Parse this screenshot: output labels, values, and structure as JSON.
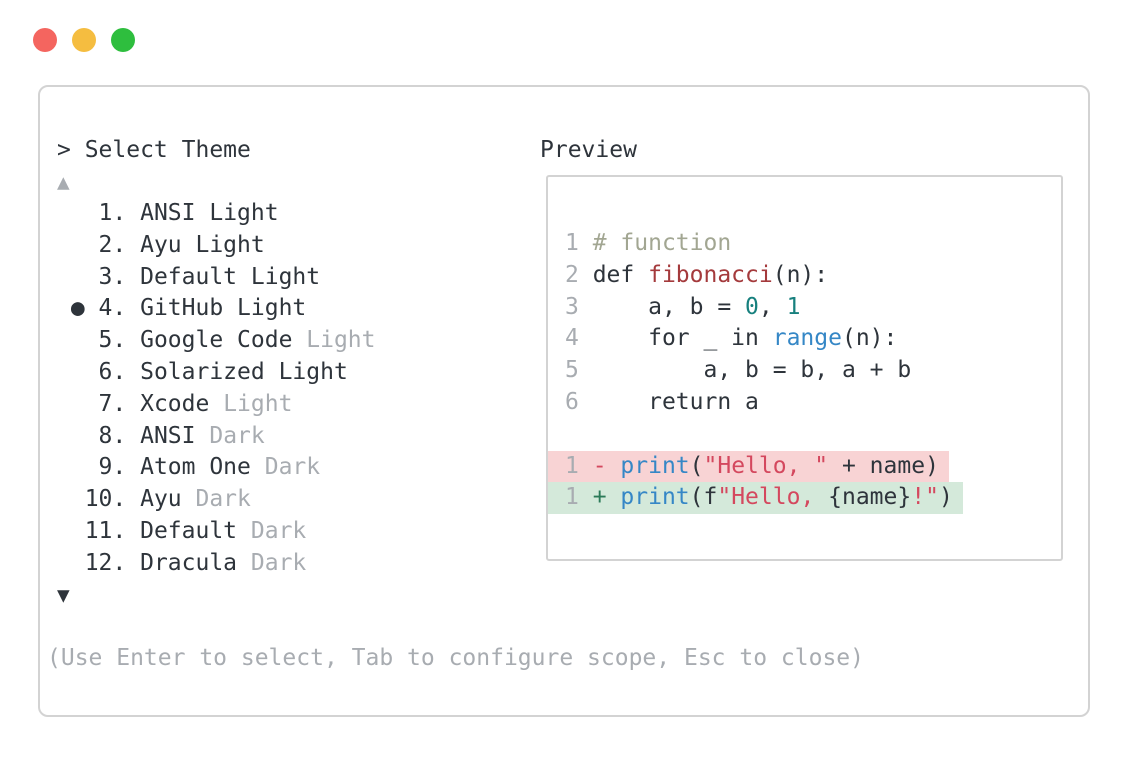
{
  "palette": {
    "text": "#2e343b",
    "muted": "#a8acb1",
    "border": "#d3d3d3",
    "teal": "#17807e",
    "comment": "#a2a692",
    "func-red": "#a43a3c",
    "blue": "#3587c6",
    "crimson": "#d4485e",
    "diff-plus": "#2c7a58",
    "removed-bg": "#f8d3d4",
    "added-bg": "#d4e9da"
  },
  "window": {
    "controls": {
      "close_color": "#f4655f",
      "minimize_color": "#f5bd40",
      "maximize_color": "#2ebe3e"
    }
  },
  "picker": {
    "prompt": "> Select Theme",
    "scroll_up_glyph": "▲",
    "scroll_down_glyph": "▼",
    "selected_bullet": "●",
    "hint": "(Use Enter to select, Tab to configure scope, Esc to close)",
    "items": [
      {
        "num": "1.",
        "name": "ANSI",
        "variant": "Light",
        "variant_muted": false,
        "selected": false
      },
      {
        "num": "2.",
        "name": "Ayu",
        "variant": "Light",
        "variant_muted": false,
        "selected": false
      },
      {
        "num": "3.",
        "name": "Default",
        "variant": "Light",
        "variant_muted": false,
        "selected": false
      },
      {
        "num": "4.",
        "name": "GitHub",
        "variant": "Light",
        "variant_muted": false,
        "selected": true
      },
      {
        "num": "5.",
        "name": "Google Code",
        "variant": "Light",
        "variant_muted": true,
        "selected": false
      },
      {
        "num": "6.",
        "name": "Solarized",
        "variant": "Light",
        "variant_muted": false,
        "selected": false
      },
      {
        "num": "7.",
        "name": "Xcode",
        "variant": "Light",
        "variant_muted": true,
        "selected": false
      },
      {
        "num": "8.",
        "name": "ANSI",
        "variant": "Dark",
        "variant_muted": true,
        "selected": false
      },
      {
        "num": "9.",
        "name": "Atom One",
        "variant": "Dark",
        "variant_muted": true,
        "selected": false
      },
      {
        "num": "10.",
        "name": "Ayu",
        "variant": "Dark",
        "variant_muted": true,
        "selected": false
      },
      {
        "num": "11.",
        "name": "Default",
        "variant": "Dark",
        "variant_muted": true,
        "selected": false
      },
      {
        "num": "12.",
        "name": "Dracula",
        "variant": "Dark",
        "variant_muted": true,
        "selected": false
      }
    ]
  },
  "preview": {
    "label": "Preview",
    "lines": [
      {
        "type": "code",
        "num": "1",
        "tokens": [
          {
            "t": "# function",
            "c": "comment"
          }
        ]
      },
      {
        "type": "code",
        "num": "2",
        "tokens": [
          {
            "t": "def ",
            "c": "text"
          },
          {
            "t": "fibonacci",
            "c": "func-red"
          },
          {
            "t": "(n):",
            "c": "text"
          }
        ]
      },
      {
        "type": "code",
        "num": "3",
        "tokens": [
          {
            "t": "    a, b = ",
            "c": "text"
          },
          {
            "t": "0",
            "c": "teal"
          },
          {
            "t": ", ",
            "c": "text"
          },
          {
            "t": "1",
            "c": "teal"
          }
        ]
      },
      {
        "type": "code",
        "num": "4",
        "tokens": [
          {
            "t": "    for _ in ",
            "c": "text"
          },
          {
            "t": "range",
            "c": "blue"
          },
          {
            "t": "(n):",
            "c": "text"
          }
        ]
      },
      {
        "type": "code",
        "num": "5",
        "tokens": [
          {
            "t": "        a, b = b, a + b",
            "c": "text"
          }
        ]
      },
      {
        "type": "code",
        "num": "6",
        "tokens": [
          {
            "t": "    return a",
            "c": "text"
          }
        ]
      },
      {
        "type": "blank"
      },
      {
        "type": "removed",
        "num": "1",
        "tokens": [
          {
            "t": "- ",
            "c": "crimson"
          },
          {
            "t": "print",
            "c": "blue"
          },
          {
            "t": "(",
            "c": "text"
          },
          {
            "t": "\"Hello, \"",
            "c": "crimson"
          },
          {
            "t": " + name)",
            "c": "text"
          }
        ]
      },
      {
        "type": "added",
        "num": "1",
        "tokens": [
          {
            "t": "+ ",
            "c": "diff-plus"
          },
          {
            "t": "print",
            "c": "blue"
          },
          {
            "t": "(f",
            "c": "text"
          },
          {
            "t": "\"Hello, ",
            "c": "crimson"
          },
          {
            "t": "{name}",
            "c": "text"
          },
          {
            "t": "!\"",
            "c": "crimson"
          },
          {
            "t": ")",
            "c": "text"
          }
        ]
      }
    ]
  }
}
